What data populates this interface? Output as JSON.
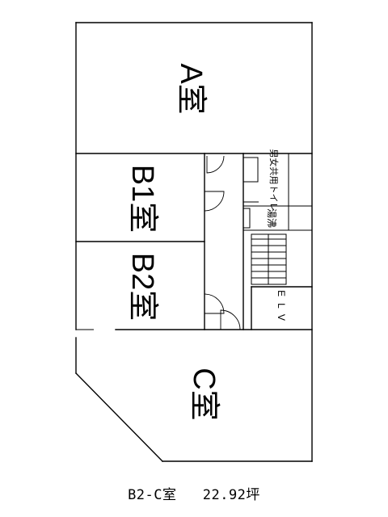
{
  "rooms": {
    "a": "A室",
    "b1": "B1室",
    "b2": "B2室",
    "c": "C室"
  },
  "facilities": {
    "toilet": "男女共用トイレ",
    "kitchen": "湯沸",
    "elevator": "ELV"
  },
  "caption": {
    "unit": "B2-C室",
    "area": "22.92坪"
  }
}
